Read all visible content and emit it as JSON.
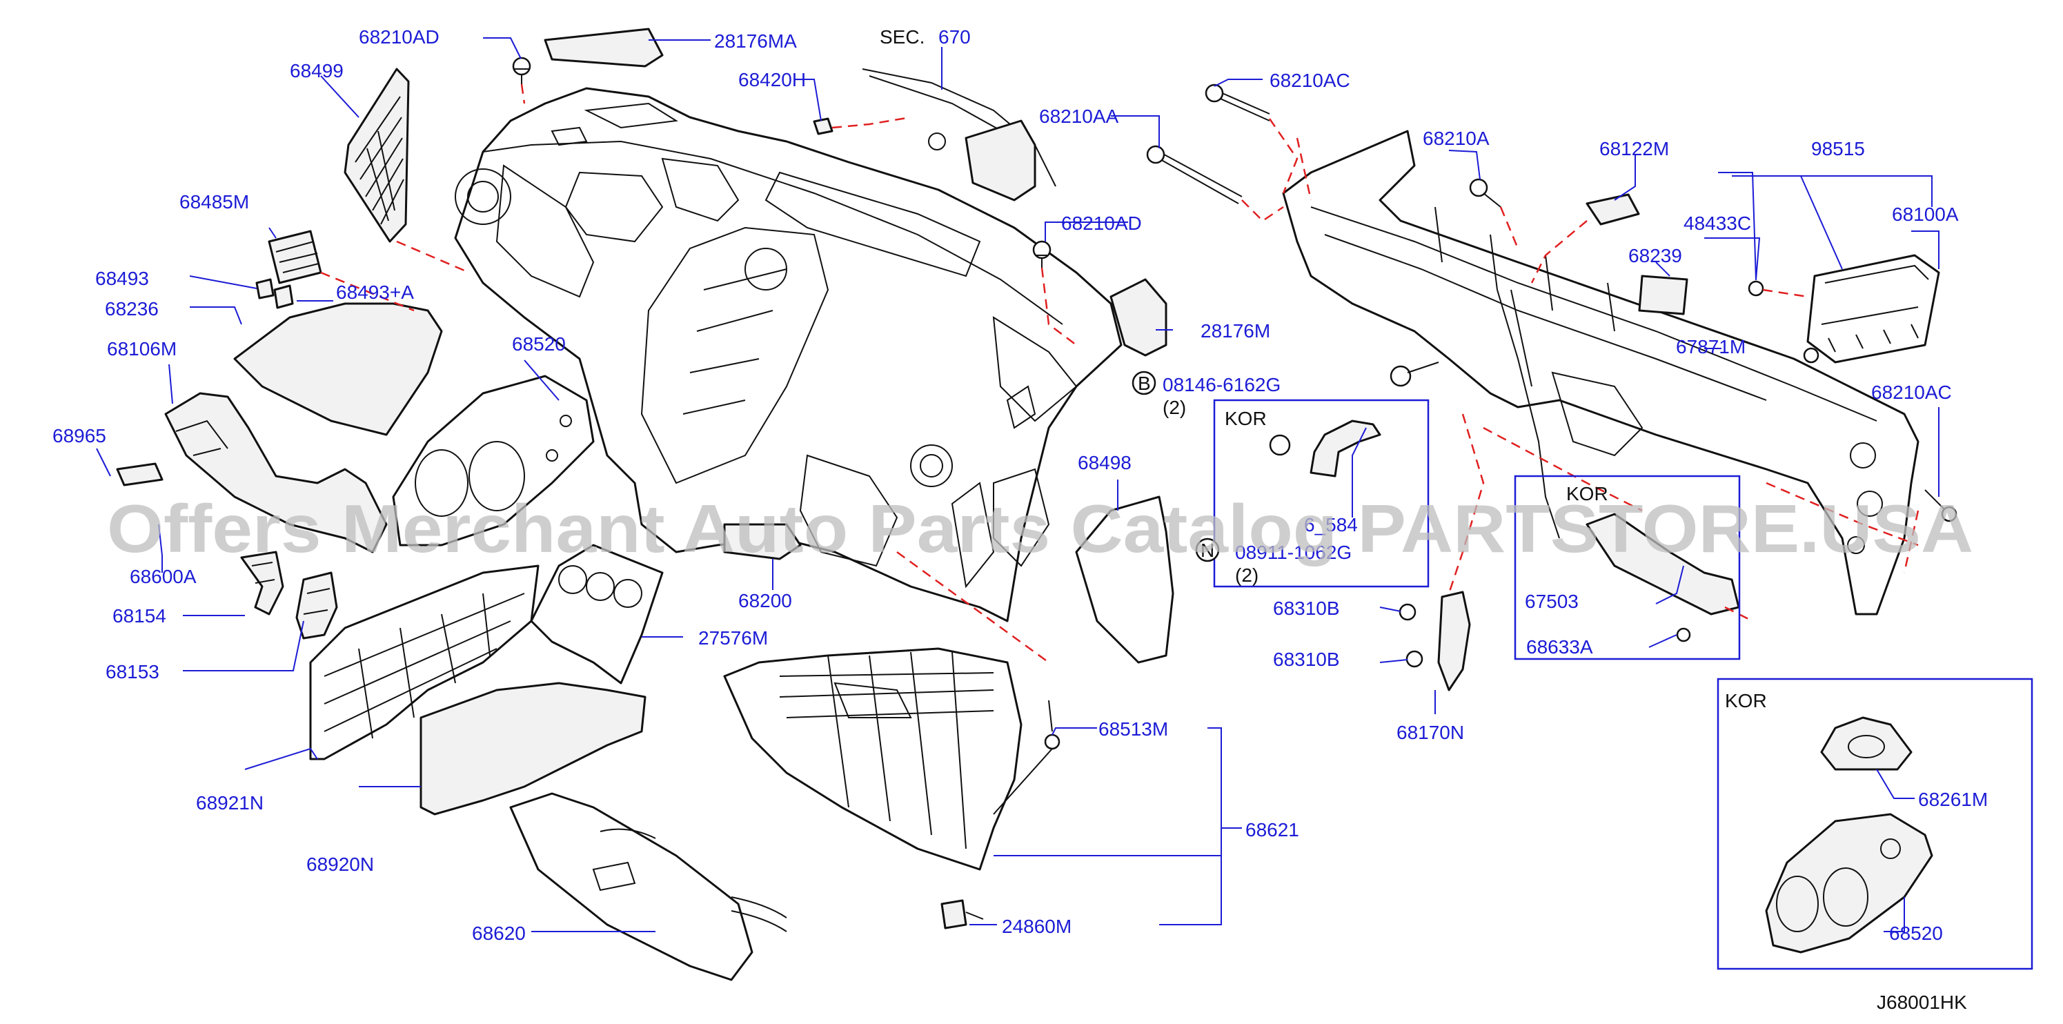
{
  "labels": {
    "p68210AD_top": "68210AD",
    "p28176MA": "28176MA",
    "sec": "SEC.",
    "sec_num": "670",
    "p68420H": "68420H",
    "p68210AC_top": "68210AC",
    "p68499": "68499",
    "p68210AA": "68210AA",
    "p68210A": "68210A",
    "p68122M": "68122M",
    "p98515": "98515",
    "p48433C": "48433C",
    "p68100A": "68100A",
    "p68485M": "68485M",
    "p68210AD_mid": "68210AD",
    "p68239": "68239",
    "p68493": "68493",
    "p68493A": "68493+A",
    "p68236": "68236",
    "p28176M": "28176M",
    "p68106M": "68106M",
    "p68520": "68520",
    "p67871M": "67871M",
    "p08146_marker": "B",
    "p08146": "08146-6162G",
    "p08146_qty": "(2)",
    "p68210AC_right": "68210AC",
    "p68965": "68965",
    "kor1": "KOR",
    "p68498": "68498",
    "kor2": "KOR",
    "p68600A": "68600A",
    "p6_584": "6_584",
    "p08911_marker": "N",
    "p08911": "08911-1062G",
    "p08911_qty": "(2)",
    "p68154": "68154",
    "p68200": "68200",
    "p68310B_a": "68310B",
    "p67503": "67503",
    "p27576M": "27576M",
    "p68310B_b": "68310B",
    "p68633A": "68633A",
    "p68153": "68153",
    "kor3": "KOR",
    "p68513M": "68513M",
    "p68170N": "68170N",
    "p68921N": "68921N",
    "p68261M": "68261M",
    "p68621": "68621",
    "p68920N": "68920N",
    "p68620": "68620",
    "p24860M": "24860M",
    "p68520_kor": "68520",
    "diagram_id": "J68001HK"
  },
  "watermark": "Offers Merchant Auto Parts Catalog PARTSTORE.USA",
  "colors": {
    "label": "#1c1cd6",
    "dashed_guides": "#e02020",
    "outline": "#111111",
    "watermark": "#bdbdbd"
  }
}
